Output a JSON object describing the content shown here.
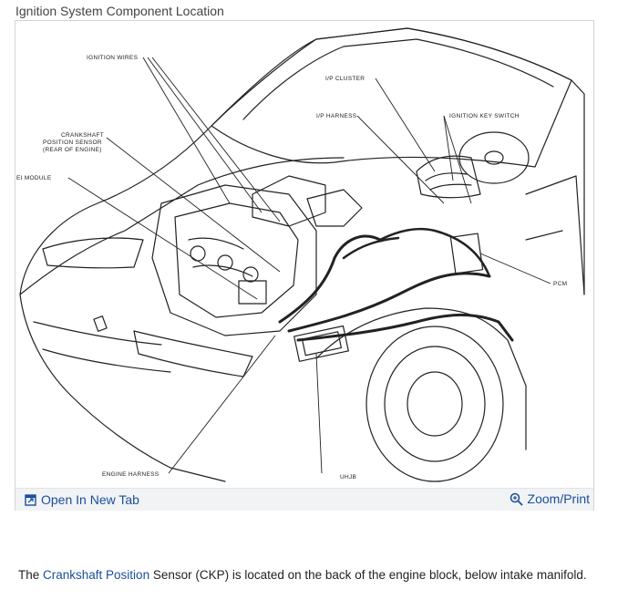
{
  "page": {
    "title": "Ignition System Component Location"
  },
  "diagram": {
    "labels": {
      "ignition_wires": "IGNITION WIRES",
      "ckp_line1": "CRANKSHAFT",
      "ckp_line2": "POSITION SENSOR",
      "ckp_line3": "(REAR OF ENGINE)",
      "ei_module": "EI MODULE",
      "ip_cluster": "I/P CLUSTER",
      "ip_harness": "I/P HARNESS",
      "ignition_key_switch": "IGNITION KEY SWITCH",
      "pcm": "PCM",
      "engine_harness": "ENGINE HARNESS",
      "uhjb": "UHJB"
    }
  },
  "toolbar": {
    "open_label": "Open In New Tab",
    "zoom_label": "Zoom/Print"
  },
  "caption": {
    "prefix": "The ",
    "link": "Crankshaft Position",
    "suffix": " Sensor (CKP) is located on the back of the engine block, below intake manifold."
  },
  "colors": {
    "link": "#1a4e9c",
    "toolbar_bg": "#f1f3f5"
  }
}
